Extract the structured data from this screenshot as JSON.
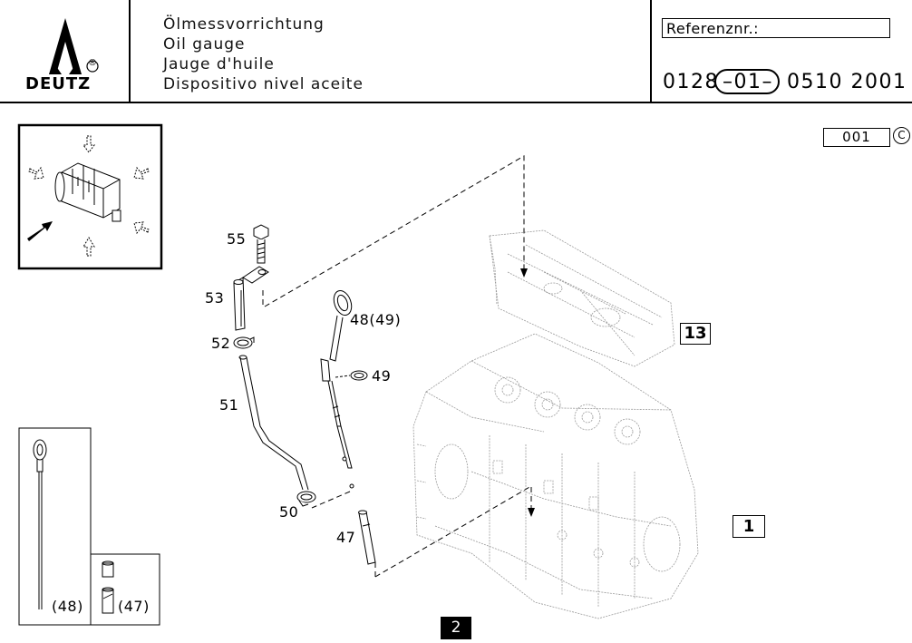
{
  "header": {
    "logo_text": "DEUTZ",
    "logo_mark": "®",
    "titles": [
      "Ölmessvorrichtung",
      "Oil gauge",
      "Jauge d'huile",
      "Dispositivo nivel aceite"
    ],
    "reference_label": "Referenznr.:",
    "ref_part_a": "0128",
    "ref_part_b": "–01–",
    "ref_part_c": "0510 2001"
  },
  "position_number": "001",
  "copyright_symbol": "C",
  "callouts": {
    "c55": "55",
    "c53": "53",
    "c52": "52",
    "c51": "51",
    "c48": "48(49)",
    "c49": "49",
    "c50": "50",
    "c47": "47"
  },
  "reference_badges": {
    "group_13": "13",
    "group_1": "1",
    "page": "2"
  },
  "variant_panel": {
    "label_48": "(48)",
    "label_47": "(47)"
  }
}
